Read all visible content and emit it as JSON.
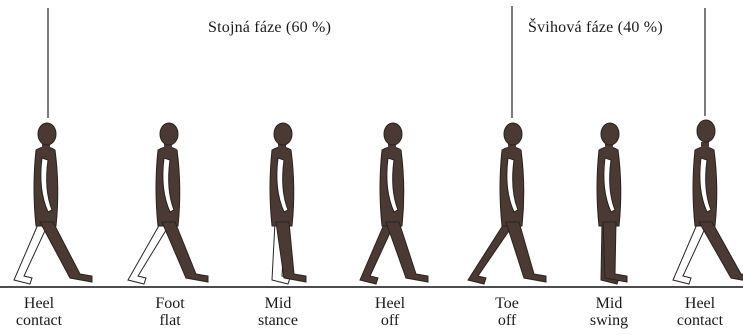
{
  "phases": [
    {
      "title": "Stojná fáze (60 %)"
    },
    {
      "title": "Švihová fáze (40 %)"
    }
  ],
  "stages": [
    {
      "line1": "Heel",
      "line2": "contact"
    },
    {
      "line1": "Foot",
      "line2": "flat"
    },
    {
      "line1": "Mid",
      "line2": "stance"
    },
    {
      "line1": "Heel",
      "line2": "off"
    },
    {
      "line1": "Toe",
      "line2": "off"
    },
    {
      "line1": "Mid",
      "line2": "swing"
    },
    {
      "line1": "Heel",
      "line2": "contact"
    }
  ],
  "colors": {
    "figure": "#4a3a33",
    "outline": "#2a2220",
    "ground": "#111111",
    "line": "#222222"
  }
}
